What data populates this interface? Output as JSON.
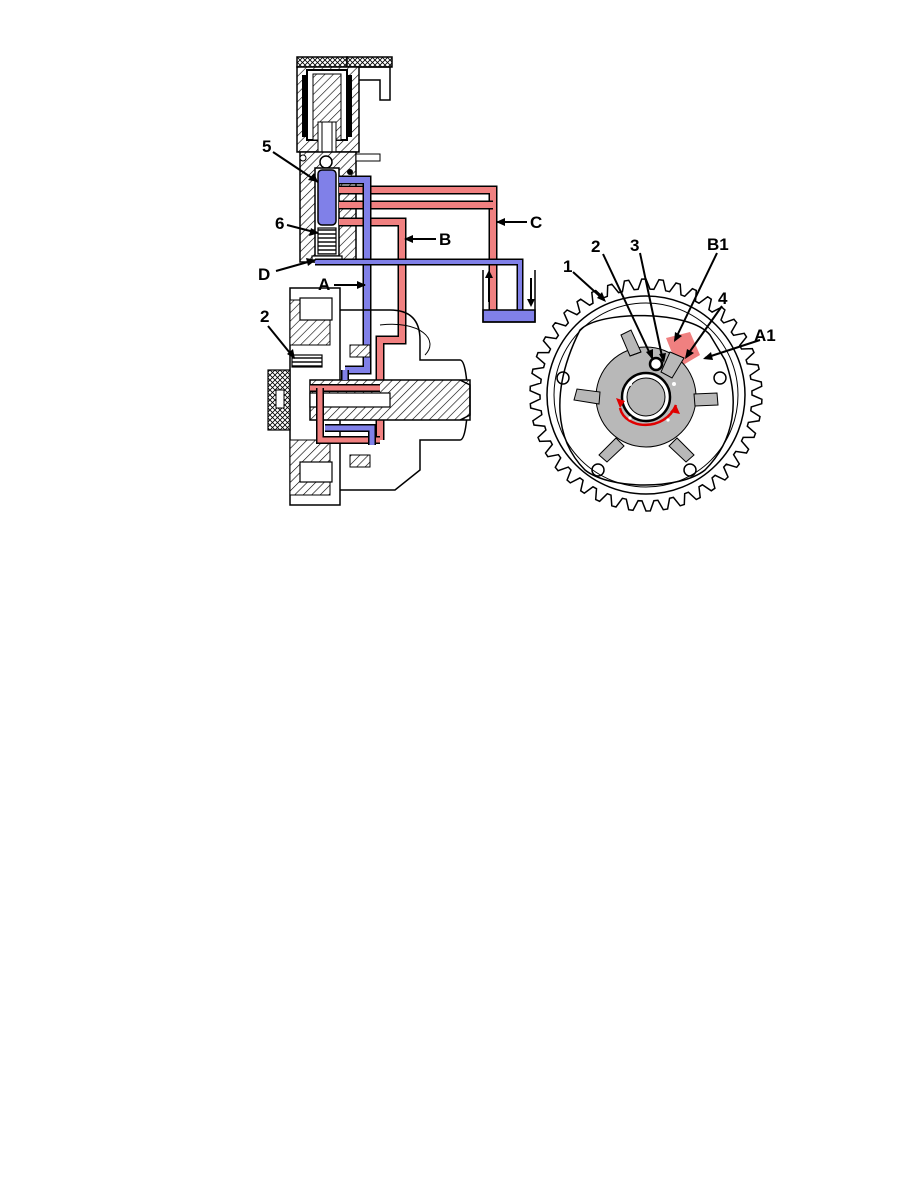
{
  "colors": {
    "pressure_oil": "#f08080",
    "return_oil": "#8080e8",
    "rotor_grey": "#b8b8b8",
    "rotation_arrow": "#e00000",
    "line": "#000000"
  },
  "left_figure": {
    "labels": {
      "solenoid_plunger": "5",
      "spring": "6",
      "drain": "D",
      "channel_a": "A",
      "channel_b": "B",
      "channel_c": "C",
      "lock_pin": "2"
    }
  },
  "right_figure": {
    "labels": {
      "sprocket": "1",
      "lock_pin": "2",
      "rotor": "3",
      "chamber_b1": "B1",
      "vane": "4",
      "chamber_a1": "A1"
    }
  }
}
